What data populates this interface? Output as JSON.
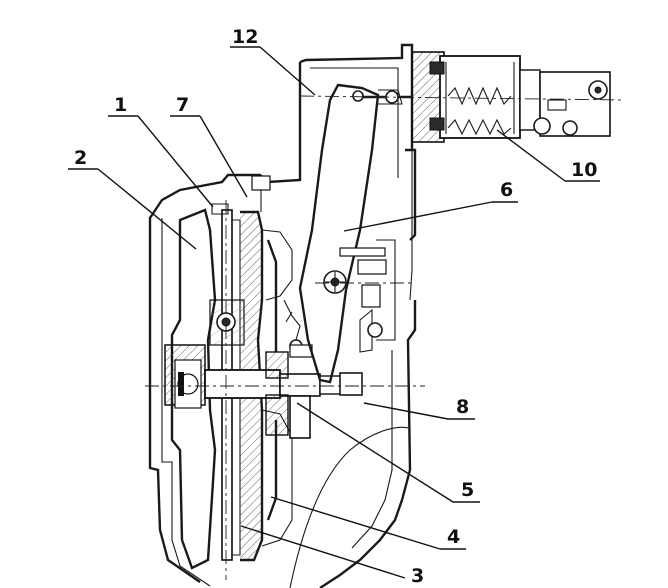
{
  "figure": {
    "callouts": [
      {
        "id": "c1",
        "label": "1"
      },
      {
        "id": "c2",
        "label": "2"
      },
      {
        "id": "c3",
        "label": "3"
      },
      {
        "id": "c4",
        "label": "4"
      },
      {
        "id": "c5",
        "label": "5"
      },
      {
        "id": "c6",
        "label": "6"
      },
      {
        "id": "c7",
        "label": "7"
      },
      {
        "id": "c8",
        "label": "8"
      },
      {
        "id": "c10",
        "label": "10"
      },
      {
        "id": "c12",
        "label": "12"
      }
    ]
  }
}
